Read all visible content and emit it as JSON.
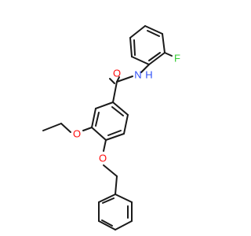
{
  "atoms": {
    "O_carbonyl": {
      "label": "O",
      "color": "#ff0d0d"
    },
    "N_amide": {
      "label": "N",
      "color": "#3050f8"
    },
    "H_amide": {
      "label": "H",
      "color": "#3050f8"
    },
    "F": {
      "label": "F",
      "color": "#33cc33"
    },
    "O_ethoxy": {
      "label": "O",
      "color": "#ff0d0d"
    },
    "O_benzyloxy": {
      "label": "O",
      "color": "#ff0d0d"
    }
  },
  "bond_color": "#1a1a1a"
}
